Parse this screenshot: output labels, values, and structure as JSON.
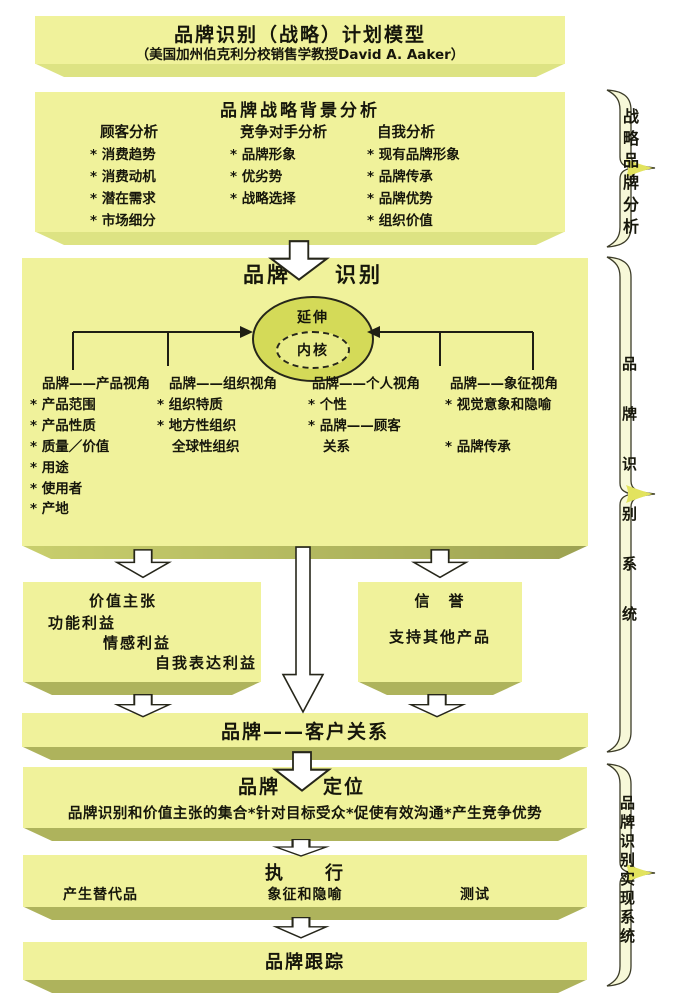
{
  "colors": {
    "box_fill": "#f0f29b",
    "shadow_light": "#dde383",
    "shadow_olive": "#9da252",
    "ellipse_fill": "#d4da58",
    "ellipse_inner_fill": "#e9ec8a",
    "line": "#1f1f14",
    "bracket_fill": "#f7f8d8",
    "bracket_spike": "#e2e35e"
  },
  "header": {
    "title": "品牌识别（战略）计划模型",
    "subtitle": "（美国加州伯克利分校销售学教授David A. Aaker）"
  },
  "background": {
    "title": "品牌战略背景分析",
    "columns": [
      {
        "header": "顾客分析",
        "items": [
          "* 消费趋势",
          "* 消费动机",
          "* 潜在需求",
          "* 市场细分"
        ]
      },
      {
        "header": "竞争对手分析",
        "items": [
          "* 品牌形象",
          "* 优劣势",
          "* 战略选择"
        ]
      },
      {
        "header": "自我分析",
        "items": [
          "* 现有品牌形象",
          "* 品牌传承",
          "* 品牌优势",
          "* 组织价值"
        ]
      }
    ]
  },
  "identity": {
    "brand_label": "品牌",
    "identity_label": "识别",
    "ellipse": {
      "outer_label": "延伸",
      "inner_label": "内核"
    },
    "perspectives": [
      {
        "header": "品牌——产品视角",
        "items": [
          "* 产品范围",
          "* 产品性质",
          "* 质量／价值",
          "* 用途",
          "* 使用者",
          "* 产地"
        ]
      },
      {
        "header": "品牌——组织视角",
        "items": [
          "* 组织特质",
          "* 地方性组织",
          "全球性组织"
        ]
      },
      {
        "header": "品牌——个人视角",
        "items": [
          "* 个性",
          "* 品牌——顾客",
          "关系"
        ]
      },
      {
        "header": "品牌——象征视角",
        "items": [
          "* 视觉意象和隐喻",
          "* 品牌传承"
        ]
      }
    ]
  },
  "value_prop": {
    "title": "价值主张",
    "items": [
      "功能利益",
      "情感利益",
      "自我表达利益"
    ]
  },
  "credibility": {
    "title": "信　誉",
    "subtitle": "支持其他产品"
  },
  "relationship": {
    "title": "品牌——客户关系"
  },
  "positioning": {
    "brand_label": "品牌",
    "position_label": "定位",
    "description": "品牌识别和价值主张的集合*针对目标受众*促使有效沟通*产生竞争优势"
  },
  "execution": {
    "title": "执　　行",
    "items": [
      "产生替代品",
      "象征和隐喻",
      "测试"
    ]
  },
  "tracking": {
    "title": "品牌跟踪"
  },
  "brackets": [
    {
      "label": "战略品牌分析"
    },
    {
      "label": "品牌识别系统"
    },
    {
      "label": "品牌识别实现系统"
    }
  ]
}
